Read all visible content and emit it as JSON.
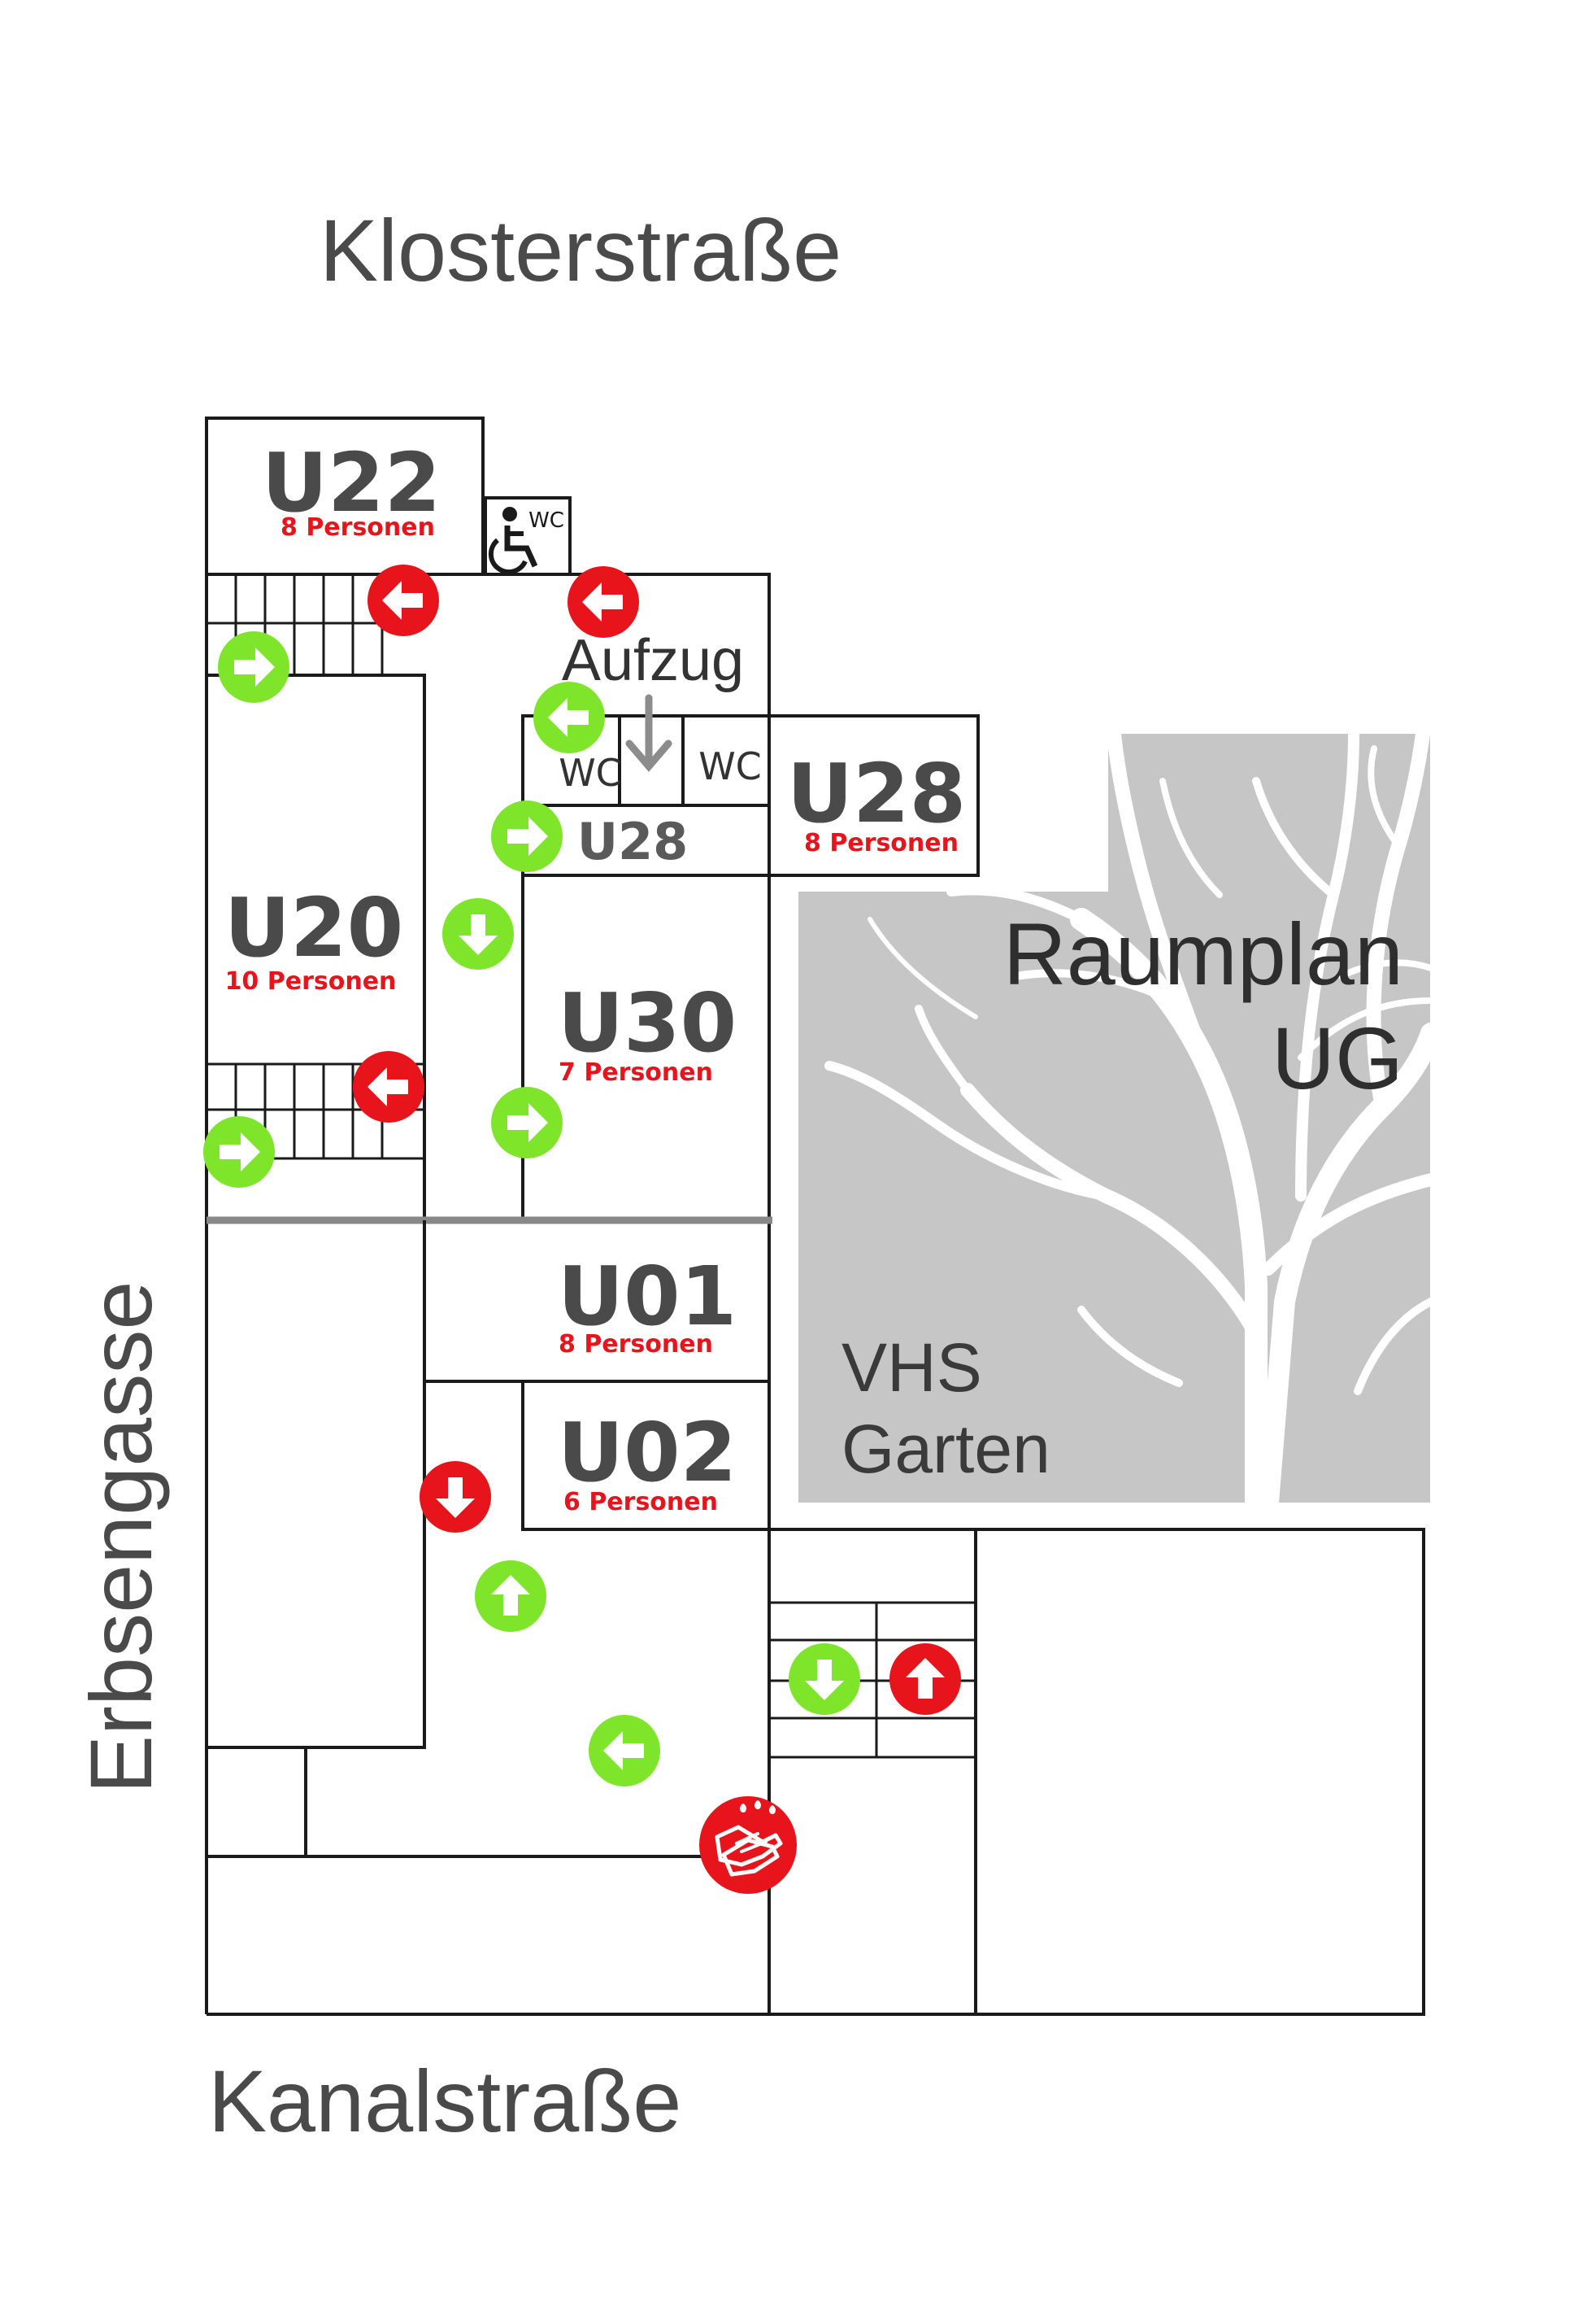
{
  "streets": {
    "north": "Klosterstraße",
    "south": "Kanalstraße",
    "west": "Erbsengasse"
  },
  "plan_title": [
    "Raumplan",
    "UG"
  ],
  "garden_label": [
    "VHS",
    "Garten"
  ],
  "elevator_label": "Aufzug",
  "wc_label": "WC",
  "rooms": [
    {
      "name": "U22",
      "capacity": "8 Personen"
    },
    {
      "name": "U20",
      "capacity": "10 Personen"
    },
    {
      "name": "U28",
      "capacity": "8 Personen"
    },
    {
      "name": "U30",
      "capacity": "7 Personen"
    },
    {
      "name": "U01",
      "capacity": "8 Personen"
    },
    {
      "name": "U02",
      "capacity": "6 Personen"
    }
  ],
  "u28_corridor_label": "U28",
  "colors": {
    "entry_arrow": "#7ee52b",
    "exit_arrow": "#e8141c",
    "capacity_text": "#e8141c",
    "garden_fill": "#c6c6c6",
    "divider": "#888888"
  },
  "icons": [
    "wheelchair-icon",
    "arrow-icon",
    "hand-disinfection-icon",
    "tree-icon",
    "elevator-arrow-icon"
  ]
}
